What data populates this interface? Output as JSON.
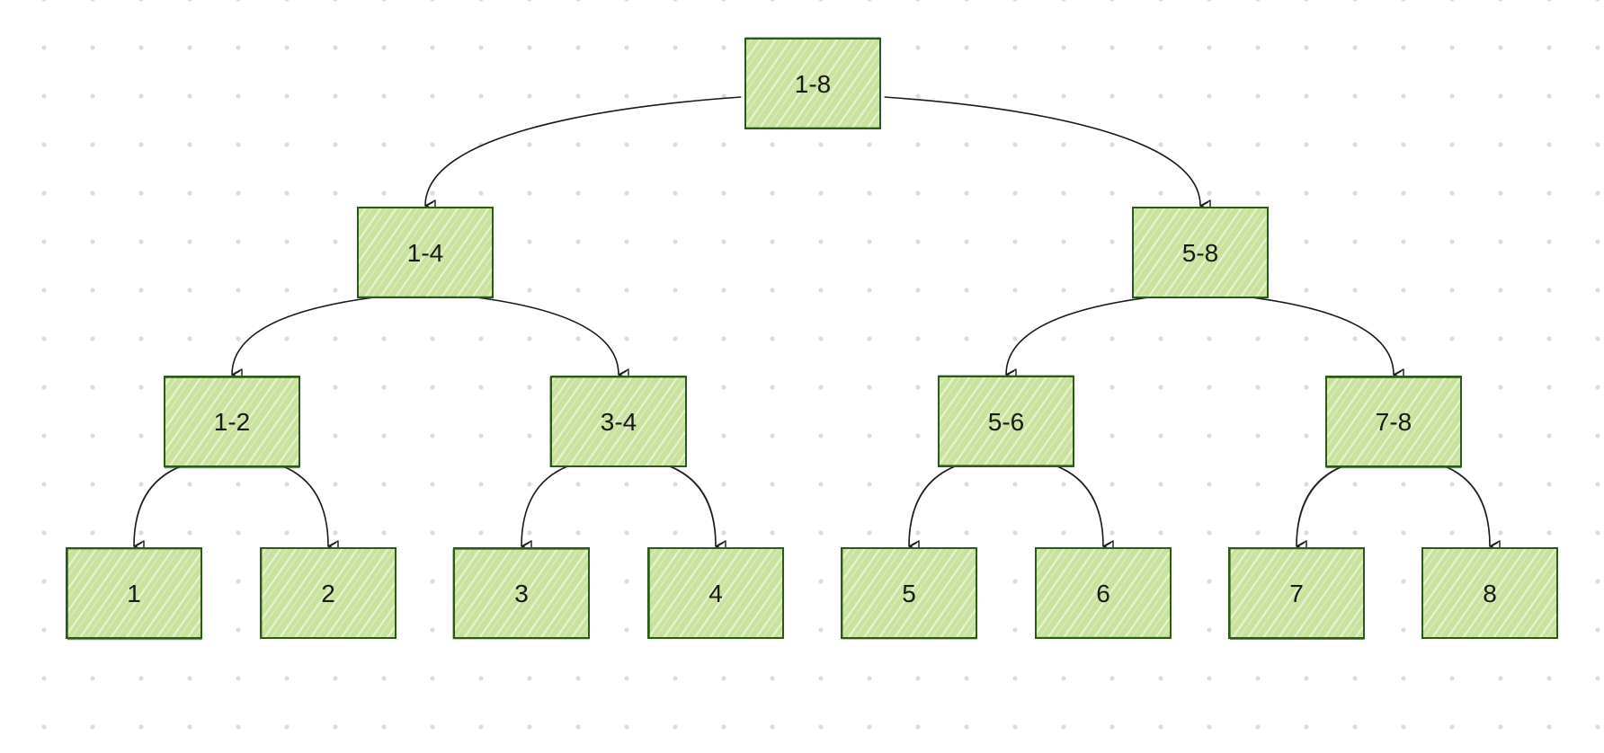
{
  "colors": {
    "background": "#ffffff",
    "grid_dot": "#dcdcdc",
    "node_fill": "#c9e29e",
    "node_hatch": "#eef6dc",
    "node_stroke": "#2b5b18",
    "edge_stroke": "#1a1a1a"
  },
  "diagram": {
    "type": "binary-tree",
    "nodes": [
      {
        "id": "n1-8",
        "label": "1-8"
      },
      {
        "id": "n1-4",
        "label": "1-4"
      },
      {
        "id": "n5-8",
        "label": "5-8"
      },
      {
        "id": "n1-2",
        "label": "1-2"
      },
      {
        "id": "n3-4",
        "label": "3-4"
      },
      {
        "id": "n5-6",
        "label": "5-6"
      },
      {
        "id": "n7-8",
        "label": "7-8"
      },
      {
        "id": "n1",
        "label": "1"
      },
      {
        "id": "n2",
        "label": "2"
      },
      {
        "id": "n3",
        "label": "3"
      },
      {
        "id": "n4",
        "label": "4"
      },
      {
        "id": "n5",
        "label": "5"
      },
      {
        "id": "n6",
        "label": "6"
      },
      {
        "id": "n7",
        "label": "7"
      },
      {
        "id": "n8",
        "label": "8"
      }
    ],
    "edges": [
      {
        "from": "n1-8",
        "to": "n1-4"
      },
      {
        "from": "n1-8",
        "to": "n5-8"
      },
      {
        "from": "n1-4",
        "to": "n1-2"
      },
      {
        "from": "n1-4",
        "to": "n3-4"
      },
      {
        "from": "n5-8",
        "to": "n5-6"
      },
      {
        "from": "n5-8",
        "to": "n7-8"
      },
      {
        "from": "n1-2",
        "to": "n1"
      },
      {
        "from": "n1-2",
        "to": "n2"
      },
      {
        "from": "n3-4",
        "to": "n3"
      },
      {
        "from": "n3-4",
        "to": "n4"
      },
      {
        "from": "n5-6",
        "to": "n5"
      },
      {
        "from": "n5-6",
        "to": "n6"
      },
      {
        "from": "n7-8",
        "to": "n7"
      },
      {
        "from": "n7-8",
        "to": "n8"
      }
    ]
  }
}
